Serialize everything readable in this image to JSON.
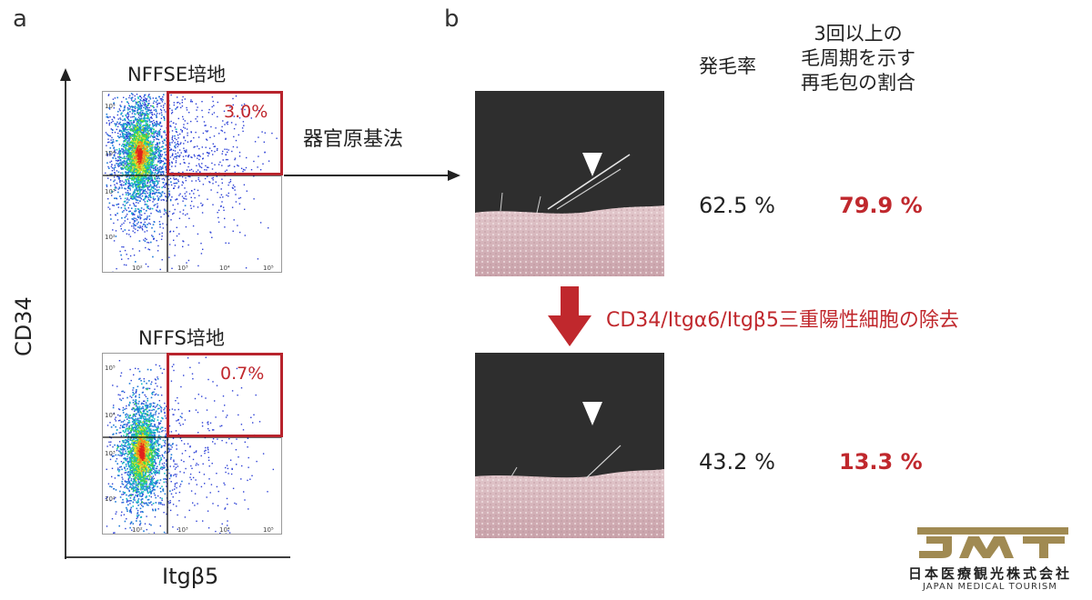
{
  "panel_a": {
    "letter": "a",
    "y_axis_label": "CD34",
    "x_axis_label": "Itgβ5",
    "top_plot": {
      "title": "NFFSE培地",
      "gate_percent": "3.0%"
    },
    "bottom_plot": {
      "title": "NFFS培地",
      "gate_percent": "0.7%"
    },
    "y_ticks": [
      "10⁵",
      "10⁴",
      "10³",
      "10²"
    ],
    "x_ticks": [
      "10²",
      "10³",
      "10⁴",
      "10⁵"
    ]
  },
  "panel_b": {
    "letter": "b",
    "method_label": "器官原基法",
    "column_headers": {
      "hair_growth_rate": "発毛率",
      "regen_ratio": [
        "3回以上の",
        "毛周期を示す",
        "再毛包の割合"
      ]
    },
    "rows": [
      {
        "hair_growth_rate": "62.5 %",
        "regen_ratio": "79.9 %"
      },
      {
        "hair_growth_rate": "43.2 %",
        "regen_ratio": "13.3 %"
      }
    ],
    "removal_label": "CD34/Itgα6/Itgβ5三重陽性細胞の除去"
  },
  "logo": {
    "mark": "JMT",
    "name_jp": "日本医療観光株式会社",
    "name_en": "JAPAN MEDICAL TOURISM"
  },
  "colors": {
    "accent_red": "#c0282d",
    "gate_red": "#b8232c",
    "logo_gold": "#a08a52"
  },
  "icons": {
    "photo_marker": "white-triangle-down-icon",
    "flow_arrow": "arrow-right-icon",
    "removal_arrow": "red-arrow-down-icon"
  }
}
